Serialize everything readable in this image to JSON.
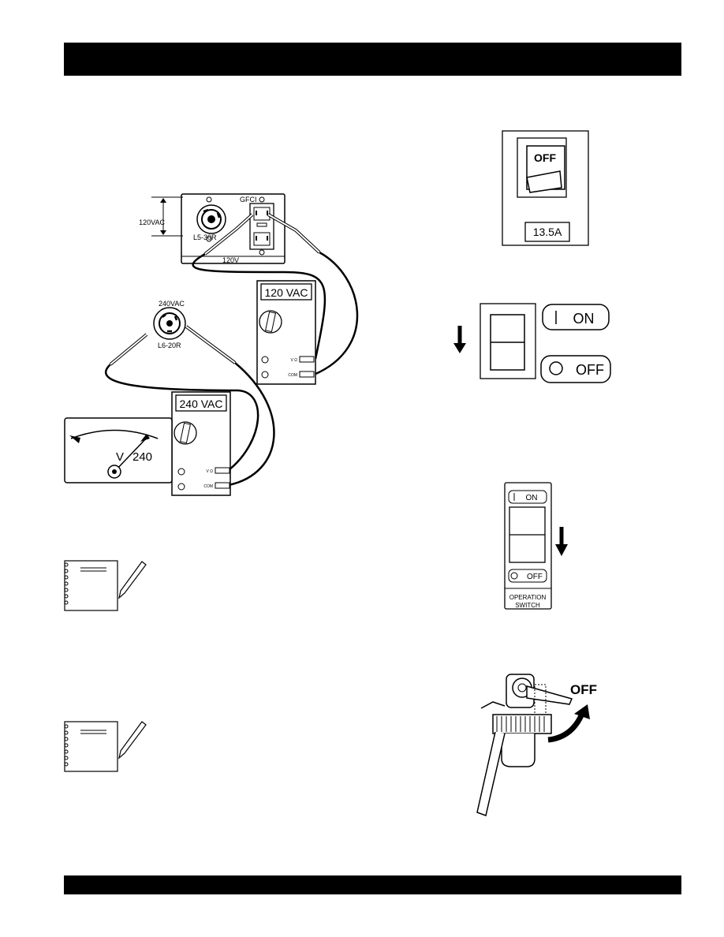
{
  "outlet_panel": {
    "left_voltage": "120VAC",
    "gfci_label": "GFCI",
    "left_receptacle": "L5-30R",
    "panel_voltage": "120V"
  },
  "twist_lock": {
    "voltage": "240VAC",
    "receptacle": "L6-20R"
  },
  "meter_upper": {
    "display": "120 VAC",
    "jack_v": "V Ω",
    "jack_com": "COM"
  },
  "meter_lower": {
    "display": "240 VAC",
    "jack_v": "V Ω",
    "jack_com": "COM"
  },
  "analog_meter": {
    "unit": "V",
    "reading": "240"
  },
  "breaker": {
    "state": "OFF",
    "rating": "13.5A"
  },
  "main_switch": {
    "on_label": "ON",
    "off_label": "OFF"
  },
  "operation_switch": {
    "on_label": "ON",
    "off_label": "OFF",
    "title_1": "OPERATION",
    "title_2": "SWITCH"
  },
  "fuel_valve": {
    "label": "OFF"
  }
}
